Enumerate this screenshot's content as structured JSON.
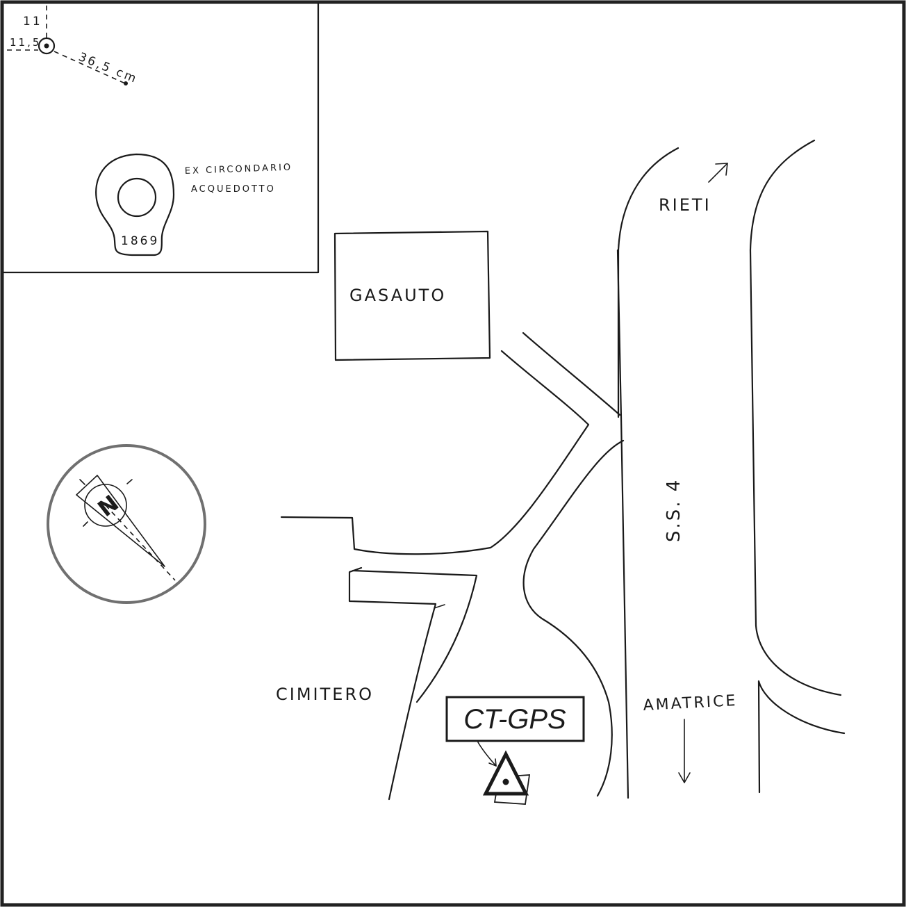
{
  "inset": {
    "measure_top": "11",
    "measure_left": "11,5",
    "measure_diagonal": "36,5 cm",
    "monument_label_line1": "EX CIRCONDARIO",
    "monument_label_line2": "ACQUEDOTTO",
    "monument_year": "1869"
  },
  "map": {
    "building_label": "GASAUTO",
    "cemetery_label": "CIMITERO",
    "road_label": "S.S. 4",
    "direction_north_label": "RIETI",
    "direction_south_label": "AMATRICE",
    "station_label": "CT-GPS"
  },
  "compass": {
    "north_letter": "N",
    "ring_color": "#707070"
  },
  "colors": {
    "ink": "#1a1a1a",
    "frame": "#222222",
    "background": "#ffffff"
  }
}
